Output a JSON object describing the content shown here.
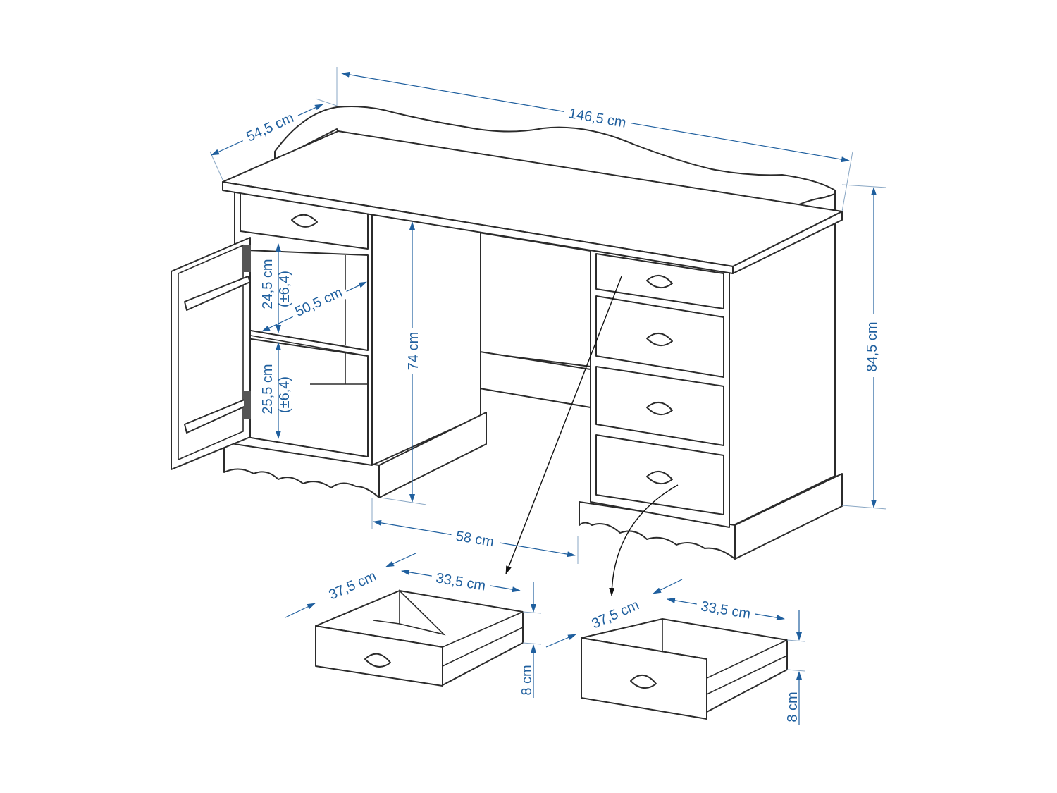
{
  "title": "Desk dimensions drawing",
  "colors": {
    "dimension": "#1f5f9e",
    "outline": "#2b2b2b"
  },
  "dimensions": {
    "width": "146,5 cm",
    "depth": "54,5 cm",
    "total_height": "84,5 cm",
    "desk_height": "74 cm",
    "knee_width": "58 cm",
    "upper_compartment_height": "24,5 cm",
    "upper_compartment_tolerance": "(±6,4)",
    "compartment_depth": "50,5 cm",
    "lower_compartment_height": "25,5 cm",
    "lower_compartment_tolerance": "(±6,4)"
  },
  "drawers": [
    {
      "depth": "37,5 cm",
      "width": "33,5 cm",
      "height": "8 cm"
    },
    {
      "depth": "37,5 cm",
      "width": "33,5 cm",
      "height": "8 cm"
    }
  ]
}
